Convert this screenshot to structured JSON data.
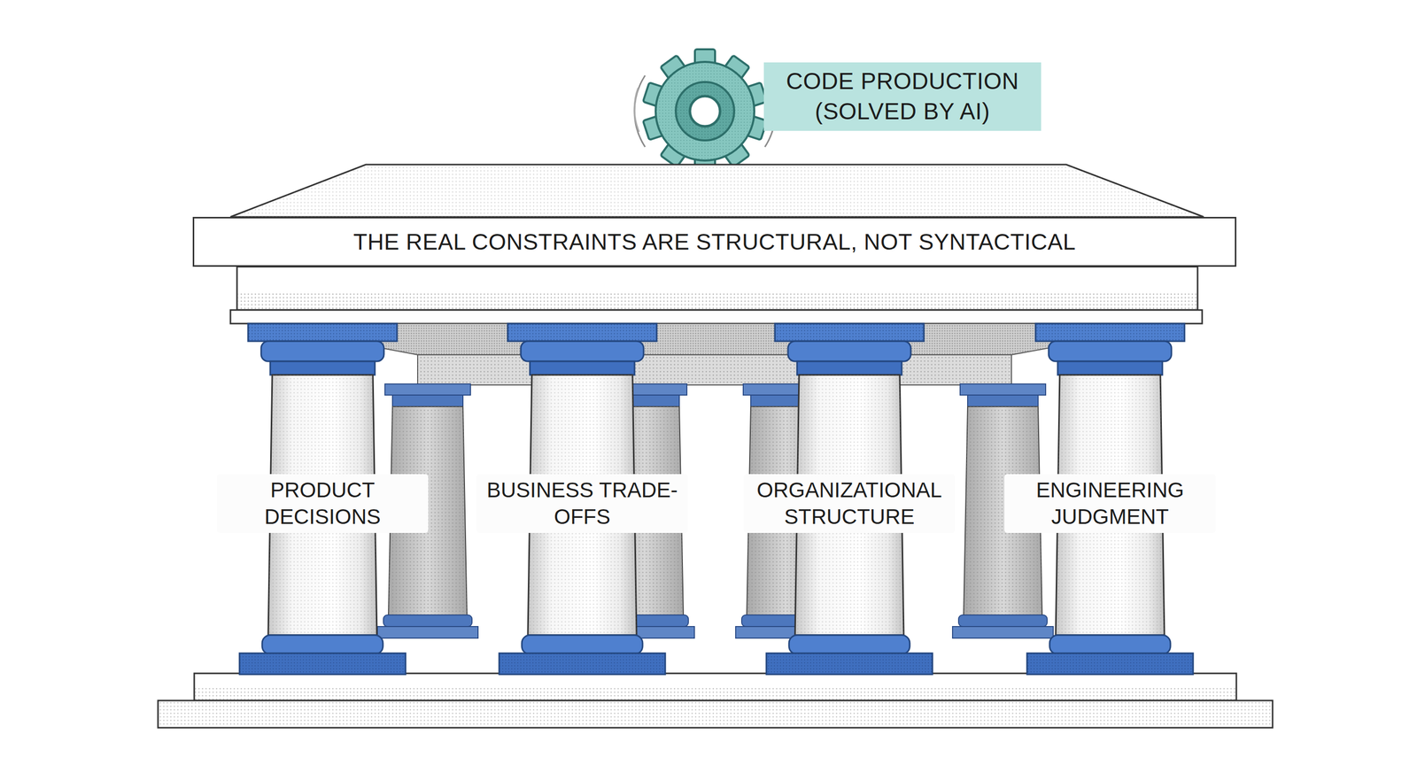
{
  "diagram": {
    "nodes": [
      {
        "text": [
          "CODE PRODUCTION (SOLVED BY AI)"
        ]
      },
      {
        "text": [
          "THE REAL CONSTRAINTS ARE STRUCTURAL, NOT SYNTACTICAL"
        ]
      },
      {
        "text": [
          "PRODUCT DECISIONS"
        ]
      },
      {
        "text": [
          "BUSINESS TRADE-OFFS"
        ]
      },
      {
        "text": [
          "ORGANIZATIONAL STRUCTURE"
        ]
      },
      {
        "text": [
          "ENGINEERING JUDGMENT"
        ]
      }
    ]
  }
}
